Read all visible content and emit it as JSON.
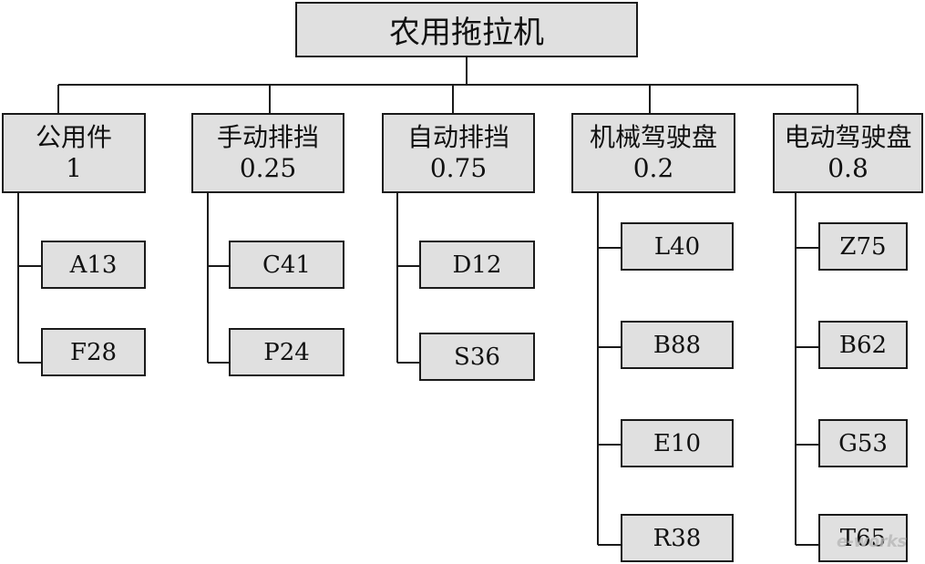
{
  "root": {
    "label": "农用拖拉机"
  },
  "categories": [
    {
      "name": "公用件",
      "value": "1",
      "parts": [
        "A13",
        "F28"
      ]
    },
    {
      "name": "手动排挡",
      "value": "0.25",
      "parts": [
        "C41",
        "P24"
      ]
    },
    {
      "name": "自动排挡",
      "value": "0.75",
      "parts": [
        "D12",
        "S36"
      ]
    },
    {
      "name": "机械驾驶盘",
      "value": "0.2",
      "parts": [
        "L40",
        "B88",
        "E10",
        "R38"
      ]
    },
    {
      "name": "电动驾驶盘",
      "value": "0.8",
      "parts": [
        "Z75",
        "B62",
        "G53",
        "T65"
      ]
    }
  ],
  "watermark": "e-works"
}
